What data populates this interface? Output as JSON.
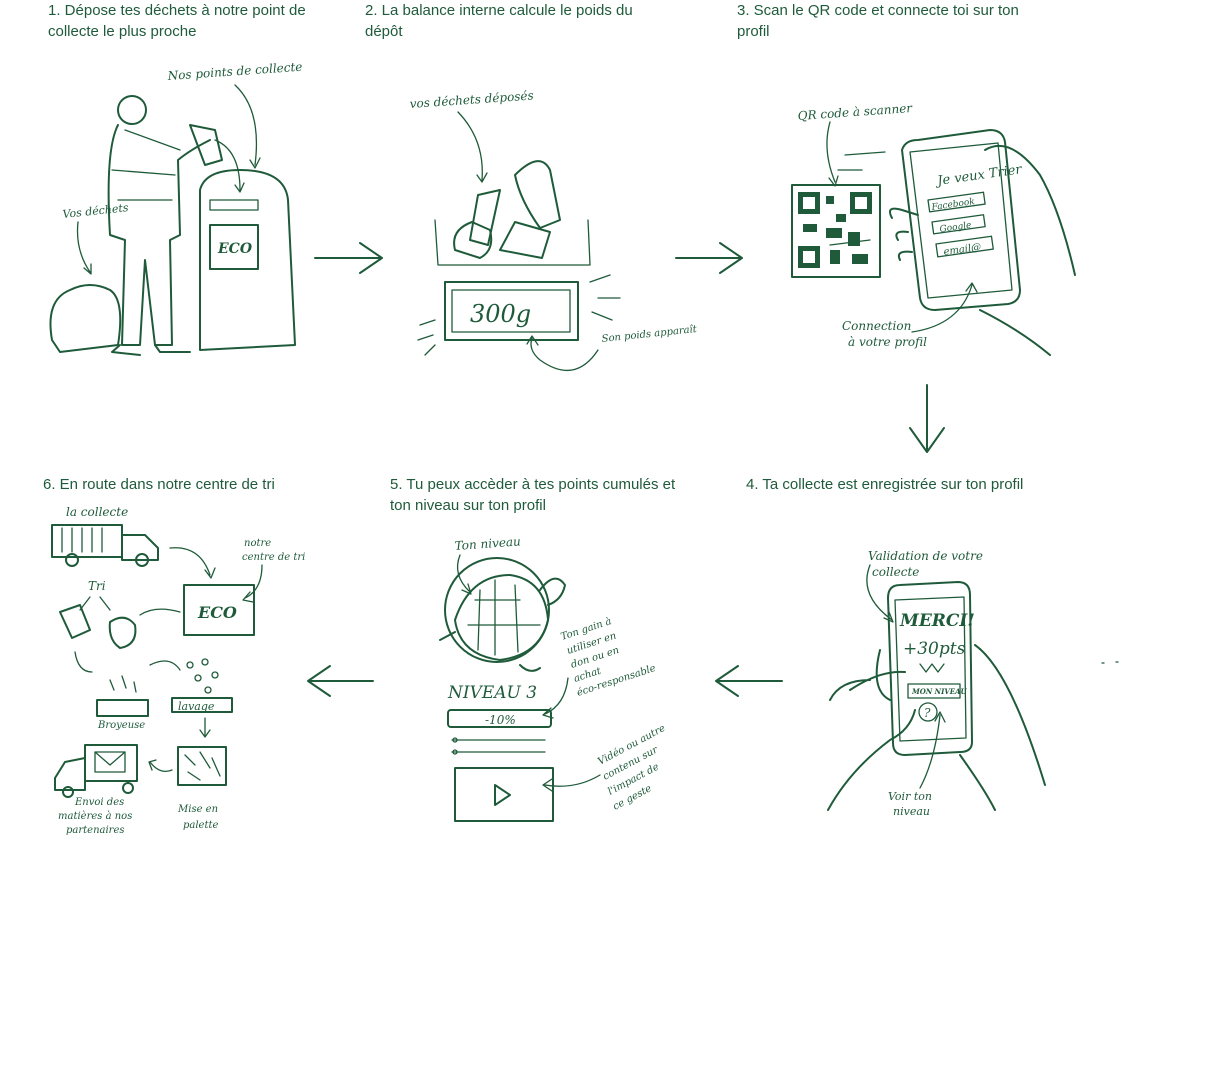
{
  "colors": {
    "ink": "#1f5b3a",
    "background": "#ffffff"
  },
  "steps": [
    {
      "title": "1. Dépose tes déchets à notre point de collecte le plus proche",
      "notes": {
        "collection_points": "Nos points de collecte",
        "your_waste": "Vos déchets",
        "logo": "ECO"
      }
    },
    {
      "title": "2. La balance interne calcule le poids du dépôt",
      "notes": {
        "deposited": "vos déchets déposés",
        "weight": "300g",
        "weight_appears": "Son poids apparaît"
      }
    },
    {
      "title": "3. Scan le QR code et connecte toi sur ton profil",
      "notes": {
        "qr": "QR code à scanner",
        "screen_title": "Je veux Trier",
        "facebook": "Facebook",
        "google": "Google",
        "email": "email@",
        "connect": "Connection à votre profil"
      }
    },
    {
      "title": "4. Ta collecte est enregistrée sur ton profil",
      "notes": {
        "validation": "Validation de votre collecte",
        "thanks": "MERCI!",
        "points": "+30pts",
        "level_button": "MON NIVEAU",
        "see_level": "Voir ton niveau"
      }
    },
    {
      "title": "5. Tu peux accèder à tes points cumulés et ton niveau sur ton profil",
      "notes": {
        "your_level": "Ton niveau",
        "level": "NIVEAU 3",
        "discount": "-10%",
        "gain": "Ton gain à utiliser en don ou en achat éco-responsable",
        "video": "Vidéo ou autre contenu sur l'impact de ce geste"
      }
    },
    {
      "title": "6. En route dans notre centre de tri",
      "notes": {
        "collection": "la collecte",
        "center": "notre centre de tri",
        "sorting": "Tri",
        "logo": "ECO",
        "shredder": "Broyeuse",
        "washing": "lavage",
        "pallet": "Mise en palette",
        "shipping": "Envoi des matières à nos partenaires"
      }
    }
  ]
}
